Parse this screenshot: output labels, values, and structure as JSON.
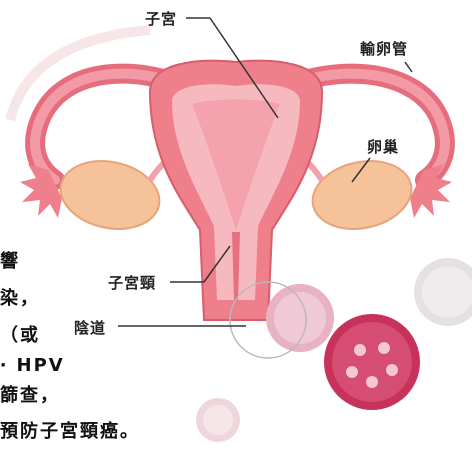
{
  "labels": {
    "uterus": "子宮",
    "fallopian_tube": "輸卵管",
    "ovary": "卵巢",
    "cervix": "子宮頸",
    "vagina": "陰道"
  },
  "body_text": {
    "line1": "響",
    "line2": "染，",
    "line3": "（或",
    "line4": "‧ HPV",
    "line5": "篩查，",
    "line6": "預防子宮頸癌。"
  },
  "colors": {
    "uterus_outer": "#ee7f8b",
    "uterus_inner": "#f7b9c0",
    "ovary": "#f5c29a",
    "virus": "#c8325a"
  }
}
